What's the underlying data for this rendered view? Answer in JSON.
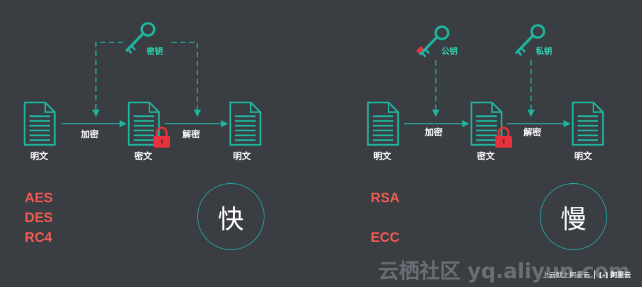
{
  "left": {
    "plaintext_label": "明文",
    "ciphertext_label": "密文",
    "result_label": "明文",
    "encrypt_label": "加密",
    "decrypt_label": "解密",
    "key_label": "密钥",
    "algorithms": [
      "AES",
      "DES",
      "RC4"
    ],
    "speed": "快"
  },
  "right": {
    "plaintext_label": "明文",
    "ciphertext_label": "密文",
    "result_label": "明文",
    "encrypt_label": "加密",
    "decrypt_label": "解密",
    "public_key_label": "公钥",
    "private_key_label": "私钥",
    "algorithms": [
      "RSA",
      "ECC"
    ],
    "speed": "慢"
  },
  "footer": {
    "slogan": "上云就上阿里云",
    "logo_text": "阿里云"
  },
  "watermark": "云栖社区 yq.aliyun.com",
  "colors": {
    "background": "#3a3d42",
    "teal": "#1fb5a0",
    "teal_text": "#2fd3b0",
    "red": "#f25b55",
    "lock": "#e8313d"
  }
}
